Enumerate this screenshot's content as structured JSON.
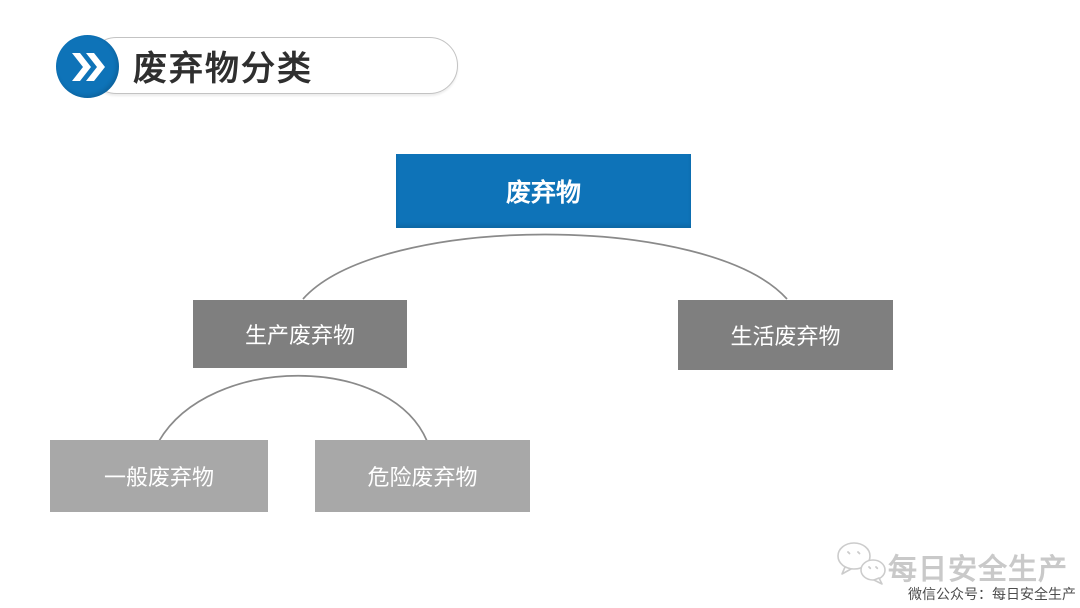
{
  "header": {
    "title": "废弃物分类"
  },
  "diagram": {
    "root": {
      "label": "废弃物"
    },
    "level1": [
      {
        "label": "生产废弃物"
      },
      {
        "label": "生活废弃物"
      }
    ],
    "level2": [
      {
        "label": "一般废弃物"
      },
      {
        "label": "危险废弃物"
      }
    ]
  },
  "watermark": {
    "logo_text": "每日安全生产",
    "caption": "微信公众号：每日安全生产"
  },
  "colors": {
    "accent_blue": "#0e73b8",
    "node_gray": "#7f7f7f",
    "node_light_gray": "#a8a8a8",
    "connector_gray": "#8a8a8a",
    "title_color": "#2f2f2f",
    "watermark_gray": "#c9c9c9",
    "caption_gray": "#4d4d4d"
  }
}
